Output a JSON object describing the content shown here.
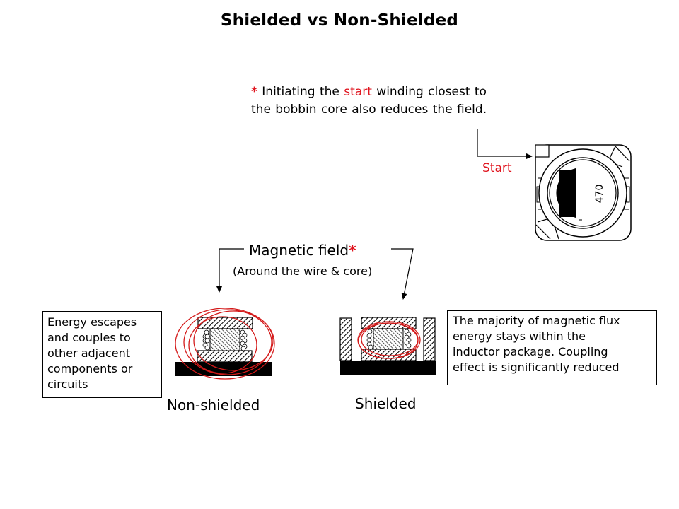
{
  "title": "Shielded vs Non-Shielded",
  "note": {
    "asterisk": "*",
    "part1": " Initiating the ",
    "highlight": "start",
    "part2": " winding closest to",
    "line2": "the bobbin core also reduces the field."
  },
  "start_label": "Start",
  "inductor_marking": "470",
  "magnetic_field": {
    "label": "Magnetic field",
    "asterisk": "*",
    "subtitle": "(Around the wire & core)"
  },
  "left_box": {
    "lines": [
      "Energy escapes",
      "and couples to",
      "other adjacent",
      "components or",
      "circuits"
    ]
  },
  "right_box": {
    "lines": [
      "The majority of magnetic flux",
      "energy stays within the",
      "inductor package. Coupling",
      "effect is significantly reduced"
    ]
  },
  "captions": {
    "non_shielded": "Non-shielded",
    "shielded": "Shielded"
  },
  "colors": {
    "accent_red": "#e0141e",
    "ink": "#000000"
  }
}
